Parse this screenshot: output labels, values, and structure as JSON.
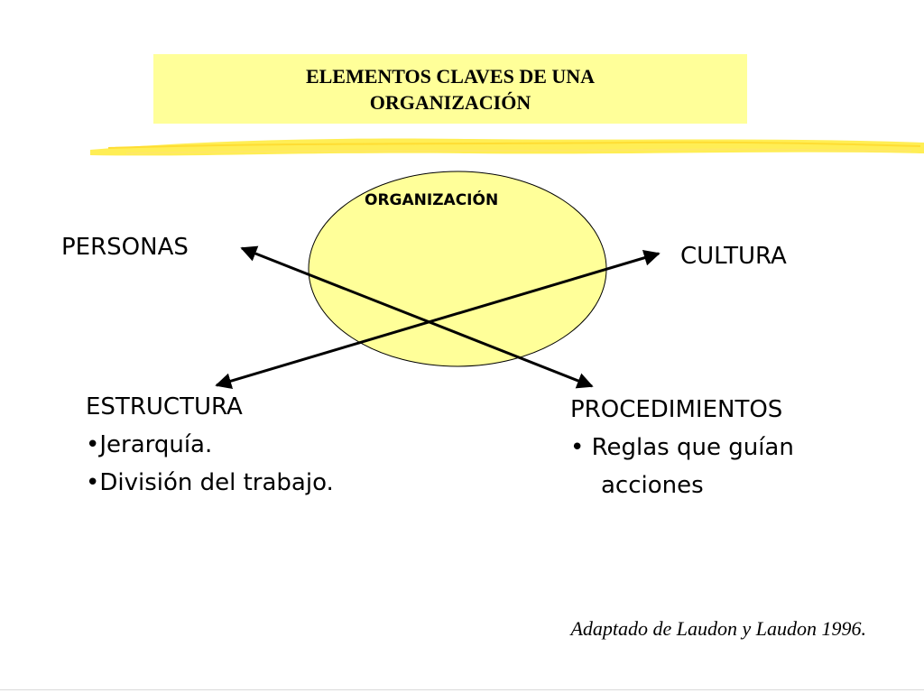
{
  "title": {
    "line1": "ELEMENTOS CLAVES DE UNA",
    "line2": "ORGANIZACIÓN"
  },
  "center": {
    "label": "ORGANIZACIÓN"
  },
  "nodes": {
    "personas": "PERSONAS",
    "cultura": "CULTURA",
    "estructura": {
      "heading": "ESTRUCTURA",
      "bullets": [
        "•Jerarquía.",
        "•División del trabajo."
      ]
    },
    "procedimientos": {
      "heading": "PROCEDIMIENTOS",
      "bullet_line1": "• Reglas que guían",
      "bullet_line2": "acciones"
    }
  },
  "source": "Adaptado de Laudon y Laudon 1996.",
  "colors": {
    "title_background": "#ffff99",
    "ellipse_fill": "#ffff99",
    "brush_stroke": "#ffee55",
    "arrow": "#000000"
  }
}
